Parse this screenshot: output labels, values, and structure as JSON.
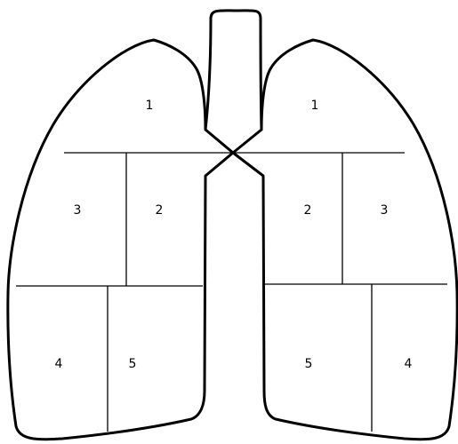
{
  "lungs": {
    "left": {
      "zone_1": "1",
      "zone_2": "2",
      "zone_3": "3",
      "zone_4": "4",
      "zone_5": "5"
    },
    "right": {
      "zone_1": "1",
      "zone_2": "2",
      "zone_3": "3",
      "zone_4": "4",
      "zone_5": "5"
    }
  },
  "colors": {
    "stroke": "#000000",
    "background": "#ffffff"
  }
}
